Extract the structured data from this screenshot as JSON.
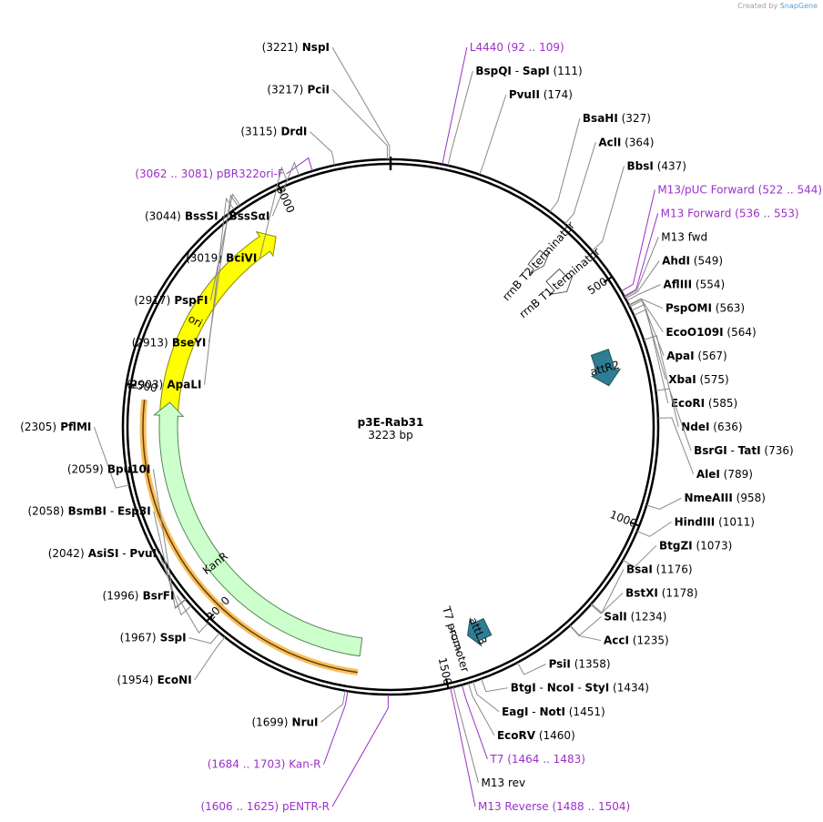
{
  "credit": {
    "prefix": "Created by",
    "brand": "SnapGene"
  },
  "plasmid": {
    "name": "p3E-Rab31",
    "length_label": "3223 bp",
    "length": 3223
  },
  "ticks": [
    "500",
    "1000",
    "1500",
    "2000",
    "2500",
    "3000"
  ],
  "features": [
    {
      "name": "ori",
      "start": 2397,
      "end": 2945,
      "color": "#ffff00",
      "stroke": "#888800"
    },
    {
      "name": "KanR",
      "start": 1680,
      "end": 2474,
      "color": "#ccffcc",
      "stroke": "#558855"
    },
    {
      "name": "rrnB T2 terminator",
      "start": 360,
      "end": 390,
      "color": "#ffffff",
      "stroke": "#555555"
    },
    {
      "name": "rrnB T1 terminator",
      "start": 420,
      "end": 470,
      "color": "#ffffff",
      "stroke": "#555555"
    },
    {
      "name": "attR2",
      "start": 630,
      "end": 710,
      "color": "#2e7d92",
      "stroke": "#1f5666"
    },
    {
      "name": "attL3",
      "start": 1380,
      "end": 1430,
      "color": "#2e7d92",
      "stroke": "#1f5666"
    },
    {
      "name": "T7 promoter",
      "start": 1455,
      "end": 1465,
      "color": "#ffffff",
      "stroke": "#555555"
    }
  ],
  "orf": {
    "start": 1680,
    "end": 2474
  },
  "labels": [
    {
      "pos": "(3217)",
      "name": "PciI",
      "bp": 3217
    },
    {
      "pos": "(3221)",
      "name": "NspI",
      "bp": 3221
    },
    {
      "pos": "(3115)",
      "name": "DrdI",
      "bp": 3115
    },
    {
      "pos": "(3062 .. 3081)",
      "name": "pBR322ori-F",
      "bp": 3071,
      "purple": true
    },
    {
      "pos": "(3044)",
      "name": "BssSI",
      "name2": "BssSαI",
      "bp": 3044
    },
    {
      "pos": "(3019)",
      "name": "BciVI",
      "bp": 3019
    },
    {
      "pos": "(2917)",
      "name": "PspFI",
      "bp": 2917
    },
    {
      "pos": "(2913)",
      "name": "BseYI",
      "bp": 2913
    },
    {
      "pos": "(2903)",
      "name": "ApaLI",
      "bp": 2903
    },
    {
      "pos": "(92 .. 109)",
      "name": "L4440",
      "bp": 100,
      "purple": true
    },
    {
      "pos": "(111)",
      "name": "BspQI",
      "name2": "SapI",
      "bp": 111
    },
    {
      "pos": "(174)",
      "name": "PvuII",
      "bp": 174
    },
    {
      "pos": "(327)",
      "name": "BsaHI",
      "bp": 327
    },
    {
      "pos": "(364)",
      "name": "AclI",
      "bp": 364
    },
    {
      "pos": "(437)",
      "name": "BbsI",
      "bp": 437
    },
    {
      "pos": "(522 .. 544)",
      "name": "M13/pUC Forward",
      "bp": 533,
      "purple": true
    },
    {
      "pos": "(536 .. 553)",
      "name": "M13 Forward",
      "bp": 544,
      "purple": true
    },
    {
      "name": "M13 fwd",
      "badge": true,
      "bp": 546
    },
    {
      "pos": "(549)",
      "name": "AhdI",
      "bp": 549
    },
    {
      "pos": "(554)",
      "name": "AflIII",
      "bp": 554
    },
    {
      "pos": "(563)",
      "name": "PspOMI",
      "bp": 563
    },
    {
      "pos": "(564)",
      "name": "EcoO109I",
      "bp": 564
    },
    {
      "pos": "(567)",
      "name": "ApaI",
      "bp": 567
    },
    {
      "pos": "(575)",
      "name": "XbaI",
      "bp": 575
    },
    {
      "pos": "(585)",
      "name": "EcoRI",
      "bp": 585
    },
    {
      "pos": "(636)",
      "name": "NdeI",
      "bp": 636
    },
    {
      "pos": "(736)",
      "name": "BsrGI",
      "name2": "TatI",
      "bp": 736
    },
    {
      "pos": "(789)",
      "name": "AleI",
      "bp": 789
    },
    {
      "pos": "(958)",
      "name": "NmeAIII",
      "bp": 958
    },
    {
      "pos": "(1011)",
      "name": "HindIII",
      "bp": 1011
    },
    {
      "pos": "(1073)",
      "name": "BtgZI",
      "bp": 1073
    },
    {
      "pos": "(1176)",
      "name": "BsaI",
      "bp": 1176
    },
    {
      "pos": "(1178)",
      "name": "BstXI",
      "bp": 1178
    },
    {
      "pos": "(1234)",
      "name": "SalI",
      "bp": 1234
    },
    {
      "pos": "(1235)",
      "name": "AccI",
      "bp": 1235
    },
    {
      "pos": "(1358)",
      "name": "PsiI",
      "bp": 1358
    },
    {
      "pos": "(1434)",
      "name": "BtgI",
      "name2": "NcoI",
      "name3": "StyI",
      "bp": 1434
    },
    {
      "pos": "(1451)",
      "name": "EagI",
      "name2": "NotI",
      "bp": 1451
    },
    {
      "pos": "(1460)",
      "name": "EcoRV",
      "bp": 1460
    },
    {
      "pos": "(1464 .. 1483)",
      "name": "T7",
      "bp": 1473,
      "purple": true
    },
    {
      "name": "M13 rev",
      "badge": true,
      "bp": 1490
    },
    {
      "pos": "(1488 .. 1504)",
      "name": "M13 Reverse",
      "bp": 1496,
      "purple": true
    },
    {
      "pos": "(1684 .. 1703)",
      "name": "Kan-R",
      "bp": 1694,
      "purple": true
    },
    {
      "pos": "(1699)",
      "name": "NruI",
      "bp": 1699
    },
    {
      "pos": "(1606 .. 1625)",
      "name": "pENTR-R",
      "bp": 1616,
      "purple": true
    },
    {
      "pos": "(1954)",
      "name": "EcoNI",
      "bp": 1954
    },
    {
      "pos": "(1967)",
      "name": "SspI",
      "bp": 1967
    },
    {
      "pos": "(1996)",
      "name": "BsrFI",
      "bp": 1996
    },
    {
      "pos": "(2042)",
      "name": "AsiSI",
      "name2": "PvuI",
      "bp": 2042
    },
    {
      "pos": "(2058)",
      "name": "BsmBI",
      "name2": "Esp3I",
      "bp": 2058
    },
    {
      "pos": "(2059)",
      "name": "Bpu10I",
      "bp": 2059
    },
    {
      "pos": "(2305)",
      "name": "PflMI",
      "bp": 2305
    }
  ]
}
